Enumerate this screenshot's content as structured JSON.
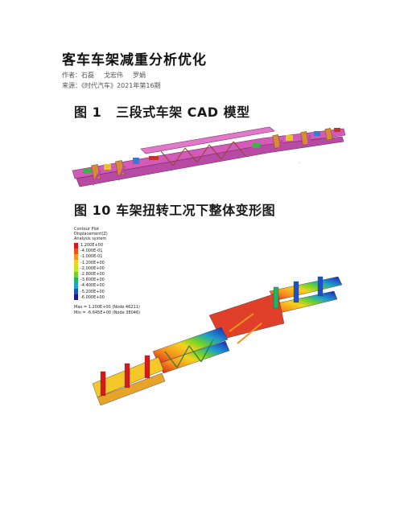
{
  "article": {
    "title": "客车车架减重分析优化",
    "author_label": "作者：",
    "authors": [
      "石磊",
      "戈宏伟",
      "罗娟"
    ],
    "source_label": "来源：",
    "source": "《时代汽车》2021年第16期"
  },
  "figures": [
    {
      "number": "图 1",
      "caption": "三段式车架 CAD 模型"
    },
    {
      "number": "图 10",
      "caption": "车架扭转工况下整体变形图"
    }
  ],
  "legend": {
    "header": [
      "Contour Plot",
      "Displacement(Z)",
      "Analysis system"
    ],
    "entries": [
      {
        "label": "1.200E+00",
        "color": "#d7191c"
      },
      {
        "label": "-4.000E-01",
        "color": "#f0501a"
      },
      {
        "label": "-1.000E-01",
        "color": "#f7931e"
      },
      {
        "label": "-1.200E+00",
        "color": "#f5d21e"
      },
      {
        "label": "-2.000E+00",
        "color": "#c8e61e"
      },
      {
        "label": "-2.800E+00",
        "color": "#6ed22a"
      },
      {
        "label": "-3.600E+00",
        "color": "#1eb464"
      },
      {
        "label": "-4.400E+00",
        "color": "#1ea0c8"
      },
      {
        "label": "-5.200E+00",
        "color": "#1e50c8"
      },
      {
        "label": "-6.000E+00",
        "color": "#1a1a8c"
      }
    ],
    "max": "Max = 1.200E+00 (Node 46211)",
    "min": "Min = -6.645E+00 (Node 38046)"
  }
}
